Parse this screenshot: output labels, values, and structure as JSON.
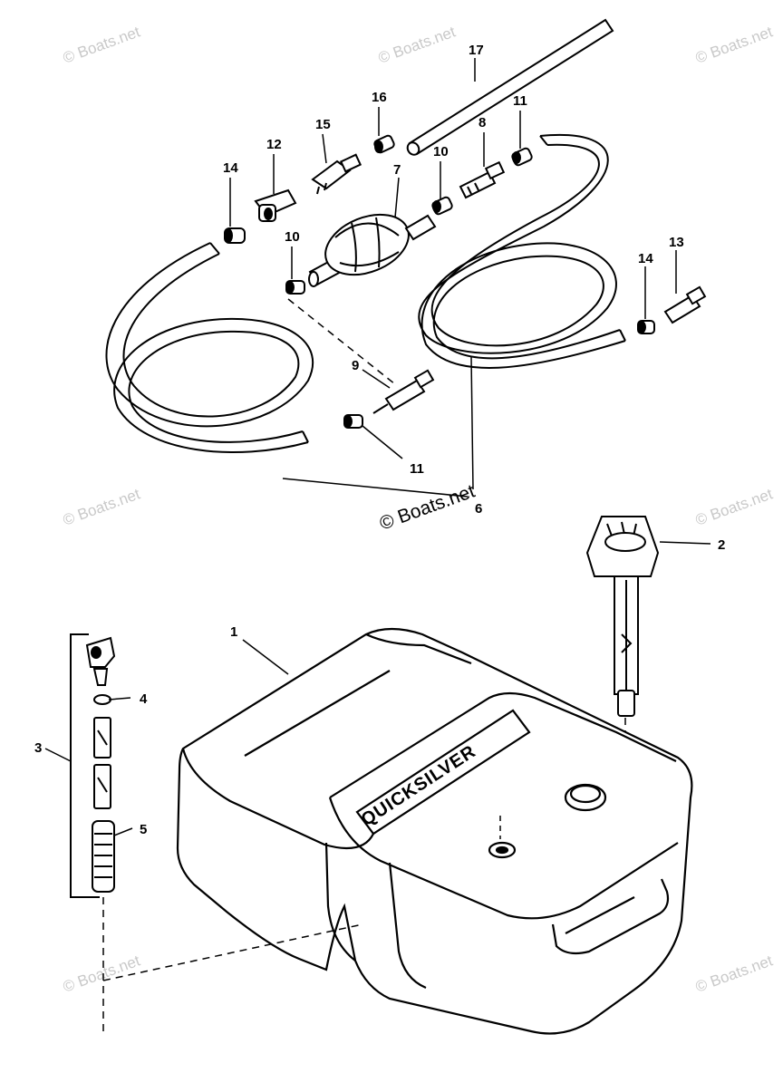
{
  "watermarks": {
    "primary": "© Boats.net",
    "faded": "© Boats.net"
  },
  "tank_brand": "QUICKSILVER",
  "callouts": {
    "c1": "1",
    "c2": "2",
    "c3": "3",
    "c4": "4",
    "c5": "5",
    "c6": "6",
    "c7": "7",
    "c8": "8",
    "c9": "9",
    "c10a": "10",
    "c10b": "10",
    "c11a": "11",
    "c11b": "11",
    "c12": "12",
    "c13": "13",
    "c14a": "14",
    "c14b": "14",
    "c15": "15",
    "c16": "16",
    "c17": "17"
  }
}
